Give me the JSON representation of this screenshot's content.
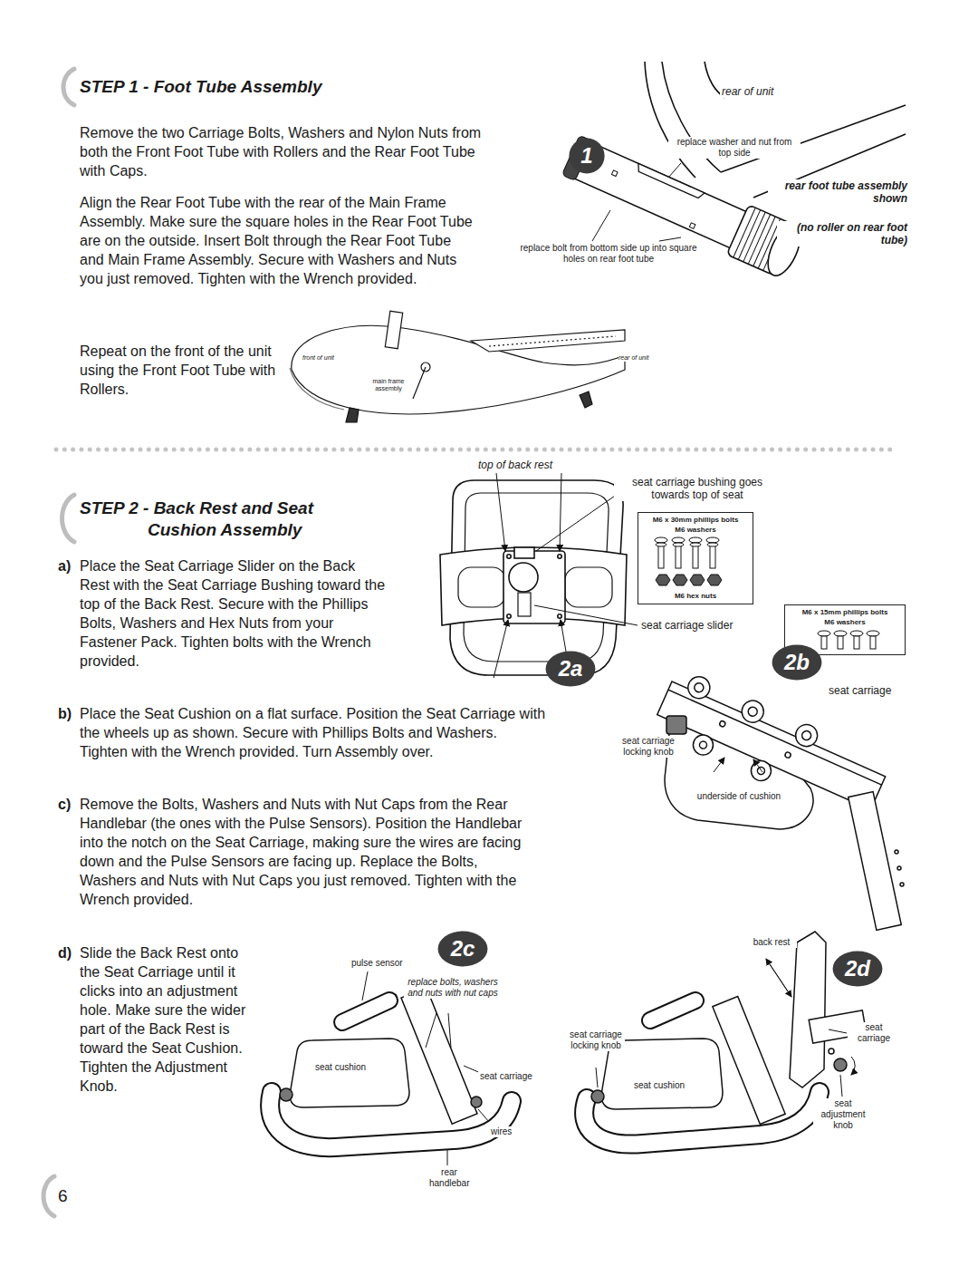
{
  "diagram": {
    "nodes": [
      {
        "text": [
          "M6 x 30mm phillips bolts",
          "M6 washers",
          "M6 hex nuts"
        ]
      },
      {
        "text": [
          "M6 x 15mm phillips bolts",
          "M6 washers"
        ]
      },
      {
        "text": [
          "1"
        ]
      },
      {
        "text": [
          "2a"
        ]
      },
      {
        "text": [
          "2b"
        ]
      },
      {
        "text": [
          "2c"
        ]
      },
      {
        "text": [
          "2d"
        ]
      }
    ],
    "labels": [
      "STEP 1 - Foot Tube Assembly",
      "Remove the two Carriage Bolts, Washers and Nylon Nuts from both the Front Foot Tube with Rollers and the Rear Foot Tube with Caps.",
      "Align the Rear Foot Tube with the rear of the Main Frame Assembly. Make sure the square holes in the Rear Foot Tube are on the outside. Insert Bolt through the Rear Foot Tube and Main Frame Assembly. Secure with Washers and Nuts you just removed. Tighten with the Wrench provided.",
      "Repeat on the front of the unit using the Front Foot Tube with Rollers.",
      "rear of unit",
      "replace washer and nut from top side",
      "rear foot tube assembly shown",
      "(no roller on rear foot tube)",
      "replace bolt from bottom side up into square holes on rear foot tube",
      "front of unit",
      "main frame assembly",
      "rear of unit",
      "STEP 2 - Back Rest and Seat Cushion Assembly",
      "a)",
      "Place the Seat Carriage Slider on the Back Rest with the Seat Carriage Bushing toward the top of the Back Rest. Secure with the Phillips Bolts, Washers and Hex Nuts from your Fastener Pack. Tighten bolts with the Wrench provided.",
      "b)",
      "Place the Seat Cushion on a flat surface. Position the Seat Carriage with the wheels up as shown. Secure with Phillips Bolts and Washers. Tighten with the Wrench provided. Turn Assembly over.",
      "c)",
      "Remove the Bolts, Washers and Nuts with Nut Caps from the Rear Handlebar (the ones with the Pulse Sensors). Position the Handlebar into the notch on the Seat Carriage, making sure the wires are facing down and the Pulse Sensors are facing up. Replace the Bolts, Washers and Nuts with Nut Caps you just removed. Tighten with the Wrench provided.",
      "d)",
      "Slide the Back Rest onto the Seat Carriage until it clicks into an adjustment hole. Make sure the wider part of the Back Rest is toward the Seat Cushion. Tighten the Adjustment Knob.",
      "top of back rest",
      "seat carriage bushing goes towards top of seat",
      "seat carriage slider",
      "seat carriage",
      "seat carriage locking knob",
      "underside of cushion",
      "pulse sensor",
      "replace bolts, washers and nuts with nut caps",
      "seat cushion",
      "seat carriage",
      "wires",
      "rear handlebar",
      "back rest",
      "seat carriage",
      "seat carriage locking knob",
      "seat cushion",
      "seat adjustment knob",
      "6"
    ]
  }
}
